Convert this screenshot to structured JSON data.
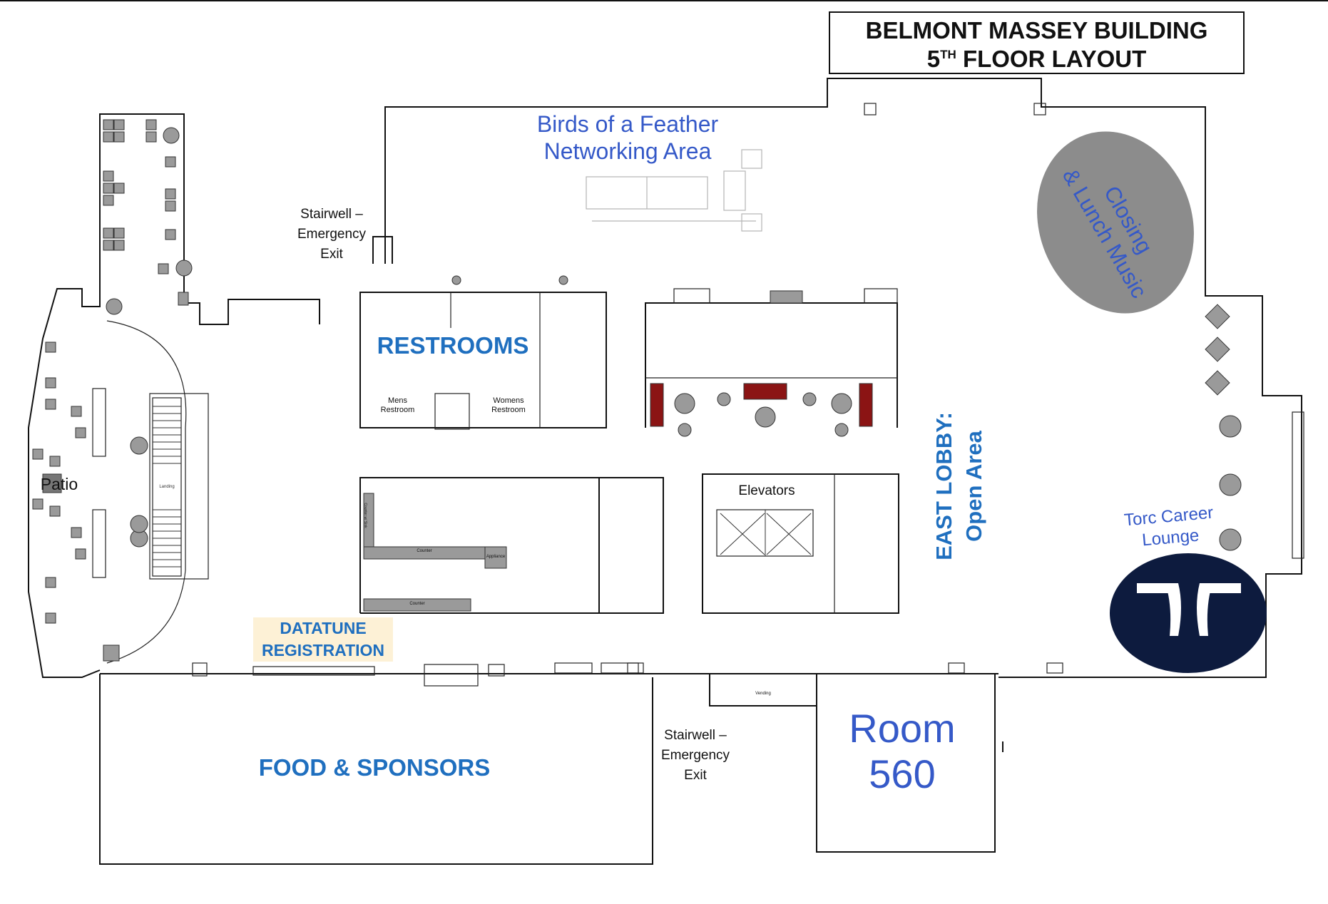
{
  "title": {
    "line1": "BELMONT MASSEY BUILDING",
    "floor_number": "5",
    "floor_suffix": "TH",
    "floor_rest": "FLOOR LAYOUT"
  },
  "areas": {
    "birds_of_feather_1": "Birds of a Feather",
    "birds_of_feather_2": "Networking Area",
    "closing_1": "Closing",
    "closing_2": "& Lunch Music",
    "restrooms": "RESTROOMS",
    "mens": "Mens",
    "mens_2": "Restroom",
    "womens": "Womens",
    "womens_2": "Restroom",
    "east_lobby": "EAST LOBBY:",
    "open_area": "Open Area",
    "elevators": "Elevators",
    "torc_1": "Torc Career",
    "torc_2": "Lounge",
    "patio": "Patio",
    "datatune_1": "DATATUNE",
    "datatune_2": "REGISTRATION",
    "food": "FOOD & SPONSORS",
    "room_1": "Room",
    "room_2": "560",
    "stairwell_top_1": "Stairwell –",
    "stairwell_top_2": "Emergency",
    "stairwell_top_3": "Exit",
    "stairwell_bottom_1": "Stairwell –",
    "stairwell_bottom_2": "Emergency",
    "stairwell_bottom_3": "Exit",
    "counter_1": "Counter",
    "counter_2": "Counter",
    "appliance": "Appliance",
    "counter_sink": "Counter w/ Sink",
    "vending": "Vending",
    "landing": "Landing"
  },
  "colors": {
    "label_blue": "#1f6fbf",
    "label_blue_light": "#3559c8",
    "closing_fill": "#8c8c8c",
    "torc_logo": "#0d1b3e",
    "registration_highlight": "#fdf1d6",
    "seating_red": "#8b1414"
  },
  "logo": {
    "name": "torc-logo",
    "description_icon": "torc-y-icon"
  }
}
